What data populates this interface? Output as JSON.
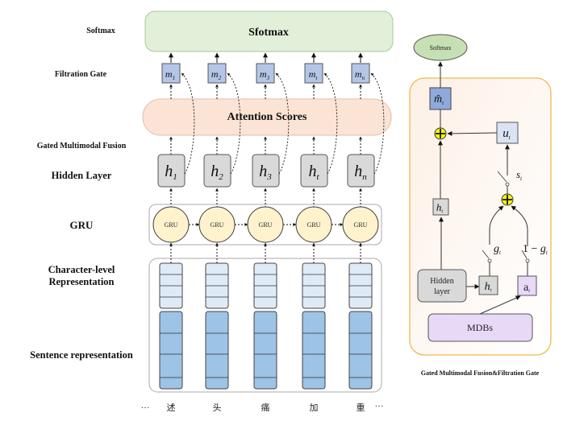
{
  "left_labels": {
    "softmax": "Softmax",
    "filtration_gate": "Filtration Gate",
    "gated_fusion": "Gated Multimodal Fusion",
    "hidden_layer": "Hidden Layer",
    "gru": "GRU",
    "char_level_1": "Character-level",
    "char_level_2": "Representation",
    "sentence_rep": "Sentence representation"
  },
  "main": {
    "softmax_box": "Sfotmax",
    "attention_box": "Attention Scores",
    "m_nodes": [
      {
        "base": "m",
        "sub": "1"
      },
      {
        "base": "m",
        "sub": "2"
      },
      {
        "base": "m",
        "sub": "3"
      },
      {
        "base": "m",
        "sub": "t"
      },
      {
        "base": "m",
        "sub": "n"
      }
    ],
    "h_nodes": [
      {
        "base": "h",
        "sub": "1"
      },
      {
        "base": "h",
        "sub": "2"
      },
      {
        "base": "h",
        "sub": "3"
      },
      {
        "base": "h",
        "sub": "t"
      },
      {
        "base": "h",
        "sub": "n"
      }
    ],
    "gru_label": "GRU",
    "chars": [
      "述",
      "头",
      "痛",
      "加",
      "重"
    ],
    "ellipsis": "···"
  },
  "detail": {
    "softmax": "Softmax",
    "m_hat": {
      "base": "m̂",
      "sub": "t"
    },
    "u": {
      "base": "u",
      "sub": "t"
    },
    "s": {
      "base": "s",
      "sub": "t"
    },
    "h_top": {
      "base": "h",
      "sub": "t"
    },
    "g_left": {
      "base": "g",
      "sub": "t"
    },
    "g_right": {
      "prefix": "1 − ",
      "base": "g",
      "sub": "t"
    },
    "hidden_layer_1": "Hidden",
    "hidden_layer_2": "layer",
    "h_bottom": {
      "base": "h",
      "sub": "t"
    },
    "a": {
      "base": "a",
      "sub": "t"
    },
    "mdbs": "MDBs",
    "caption": "Gated Multimodal Fusion&Filtration Gate"
  },
  "colors": {
    "softmax_fill": "#e2efd9",
    "attention_fill": "#fbe4d5",
    "m_fill": "#b4c6e7",
    "m_hat_fill": "#8eaadb",
    "h_fill": "#d9d9d9",
    "gru_fill": "#fff2cc",
    "char_light": "#deebf7",
    "char_dark": "#9dc3e6",
    "plus_fill": "#ffff00",
    "panel_border": "#f4b942",
    "a_fill": "#e8d9f7",
    "mdbs_fill": "#e8d9f7",
    "u_fill": "#dae3f3"
  }
}
